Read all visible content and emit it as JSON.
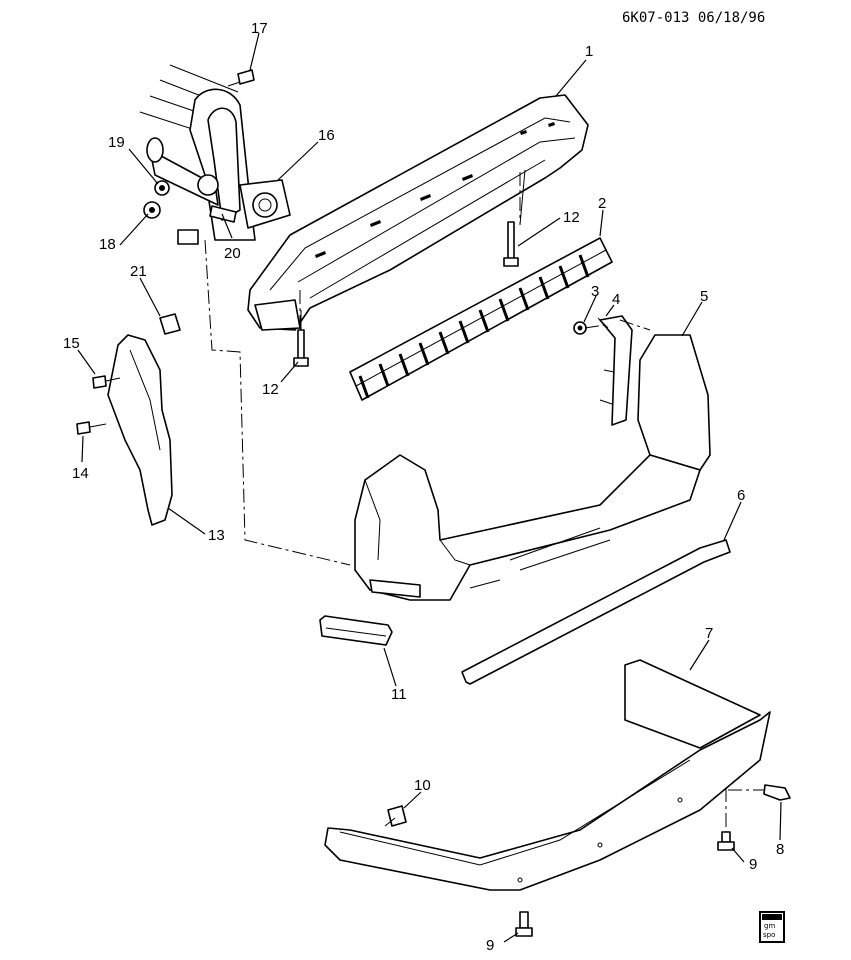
{
  "document_id": "6K07-013 06/18/96",
  "callouts": {
    "c1": "1",
    "c2": "2",
    "c3": "3",
    "c4": "4",
    "c5": "5",
    "c6": "6",
    "c7": "7",
    "c8": "8",
    "c9a": "9",
    "c9b": "9",
    "c10": "10",
    "c11": "11",
    "c12a": "12",
    "c12b": "12",
    "c13": "13",
    "c14": "14",
    "c15": "15",
    "c16": "16",
    "c17": "17",
    "c18": "18",
    "c19": "19",
    "c20": "20",
    "c21": "21"
  },
  "badge": {
    "line1": "gm",
    "line2": "spo"
  }
}
